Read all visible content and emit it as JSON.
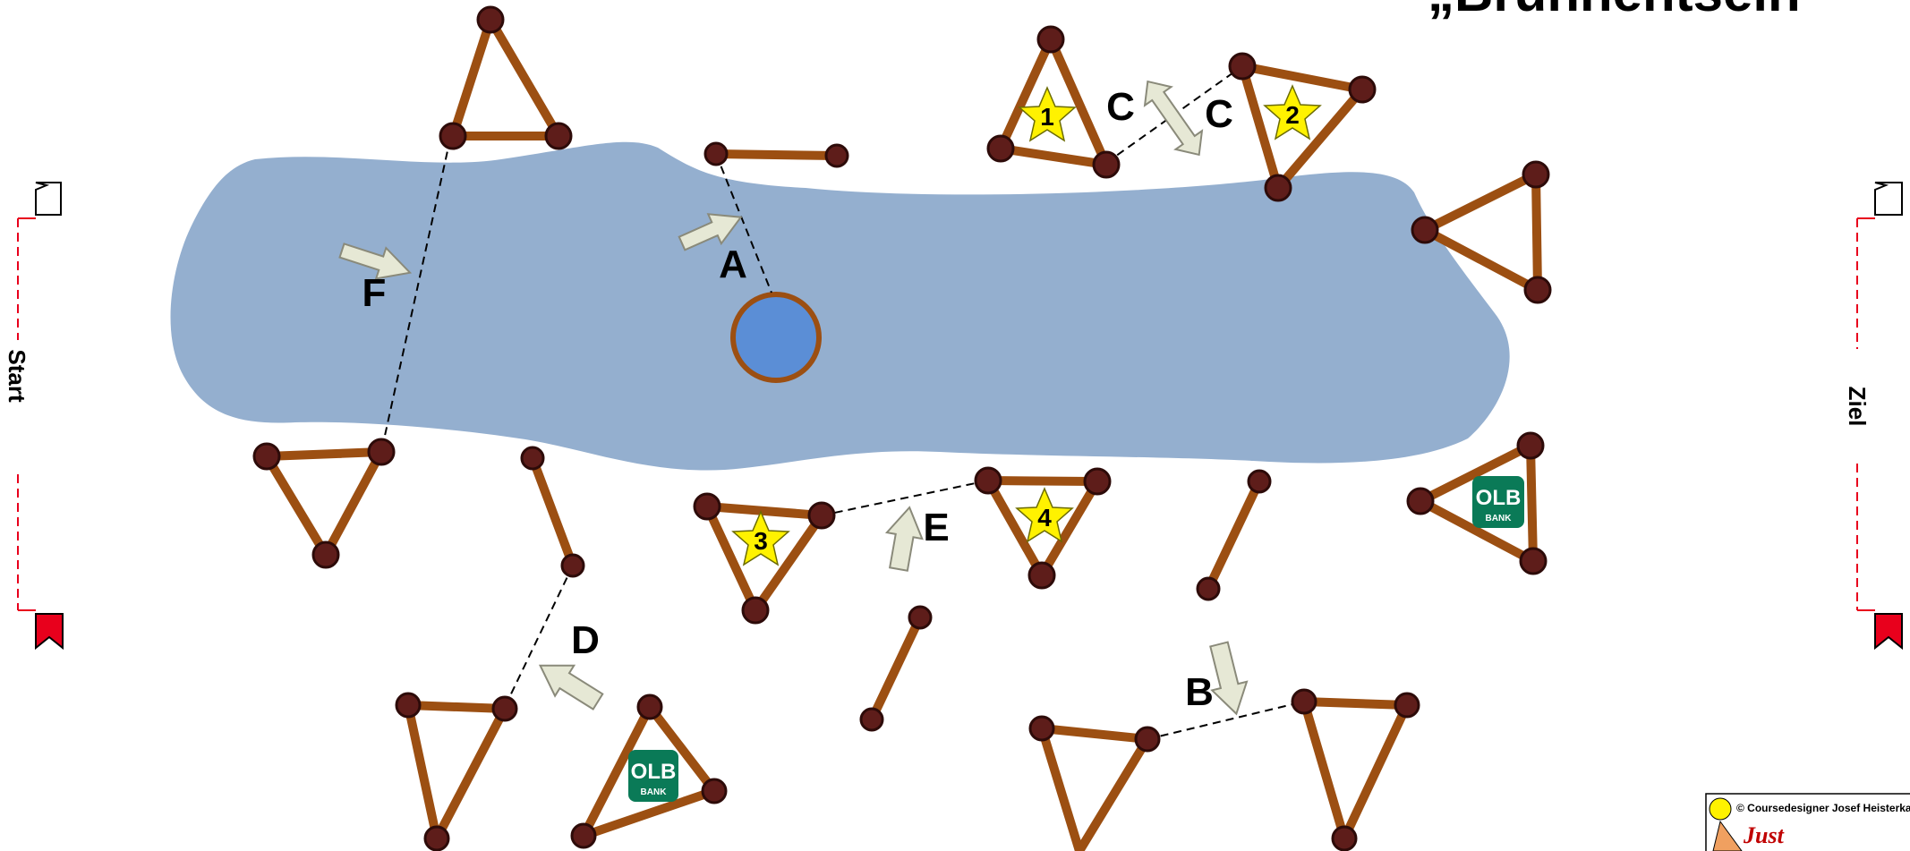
{
  "title": "„Brunnentsein",
  "start_label": "Start",
  "finish_label": "Ziel",
  "credit": "© Coursedesigner Josef Heisterkamp",
  "logo_text": "Just",
  "obstacle_labels": [
    "A",
    "B",
    "C",
    "C",
    "D",
    "E",
    "F"
  ],
  "star_numbers": [
    "1",
    "2",
    "3",
    "4"
  ],
  "sponsor": {
    "main": "OLB",
    "sub": "BANK"
  },
  "colors": {
    "lake": "#94afcf",
    "well": "#5b8ed6",
    "pole": "#9c4f12",
    "post": "#5e1d1a",
    "star": "#fff200",
    "sponsor": "#0a7a57",
    "flag": "#e8001c"
  }
}
